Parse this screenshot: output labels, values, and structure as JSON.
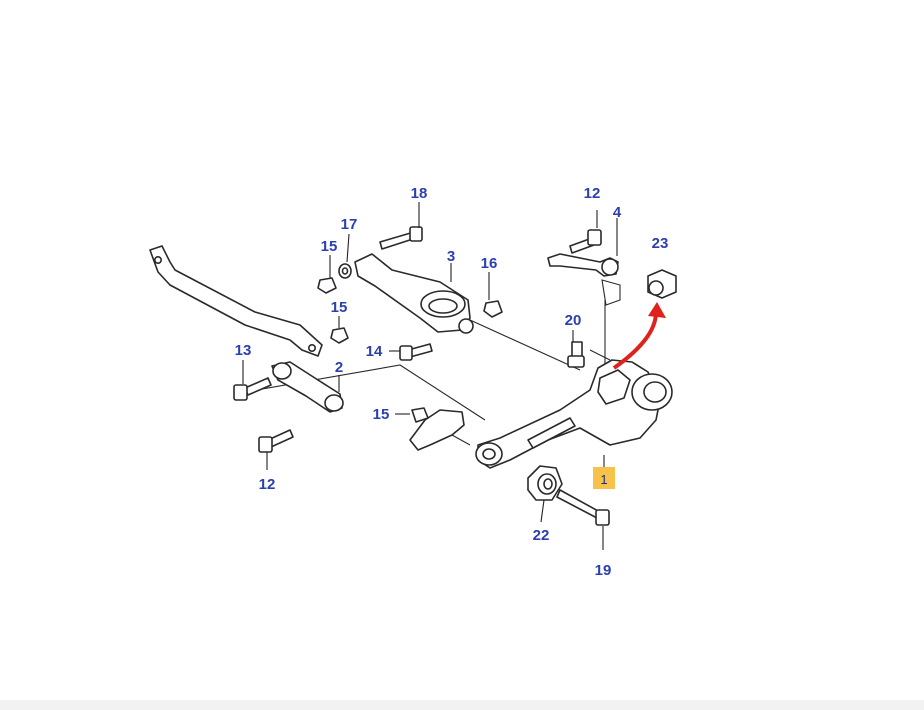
{
  "colors": {
    "callout": "#2b3fb0",
    "highlight_box": "#f6c24a",
    "arrow": "#e0221c",
    "line": "#2a2a2a"
  },
  "callouts": {
    "c1": "1",
    "c2": "2",
    "c3": "3",
    "c4": "4",
    "c12a": "12",
    "c12b": "12",
    "c13": "13",
    "c14": "14",
    "c15a": "15",
    "c15b": "15",
    "c15c": "15",
    "c16": "16",
    "c17": "17",
    "c18": "18",
    "c19": "19",
    "c20": "20",
    "c22": "22",
    "c23": "23"
  }
}
